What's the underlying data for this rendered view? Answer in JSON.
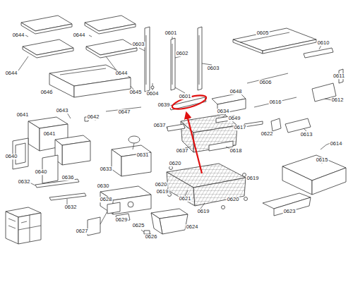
{
  "diagram": {
    "labels": [
      "0644",
      "0644",
      "0644",
      "0644",
      "0646",
      "0645",
      "0641",
      "0643",
      "0642",
      "0647",
      "0641",
      "0640",
      "0631",
      "0640",
      "0636",
      "0633",
      "0632",
      "0630",
      "0632",
      "0628",
      "0629",
      "0627",
      "0625",
      "0626",
      "0624",
      "0601",
      "0603",
      "0602",
      "0603",
      "0604",
      "0601",
      "0639",
      "0634",
      "0637",
      "0637",
      "0618",
      "0620",
      "0620",
      "0619",
      "0621",
      "0619",
      "0620",
      "0619",
      "0605",
      "0610",
      "0611",
      "0606",
      "0648",
      "0612",
      "0616",
      "0649",
      "0617",
      "0622",
      "0613",
      "0614",
      "0615",
      "0623"
    ]
  }
}
